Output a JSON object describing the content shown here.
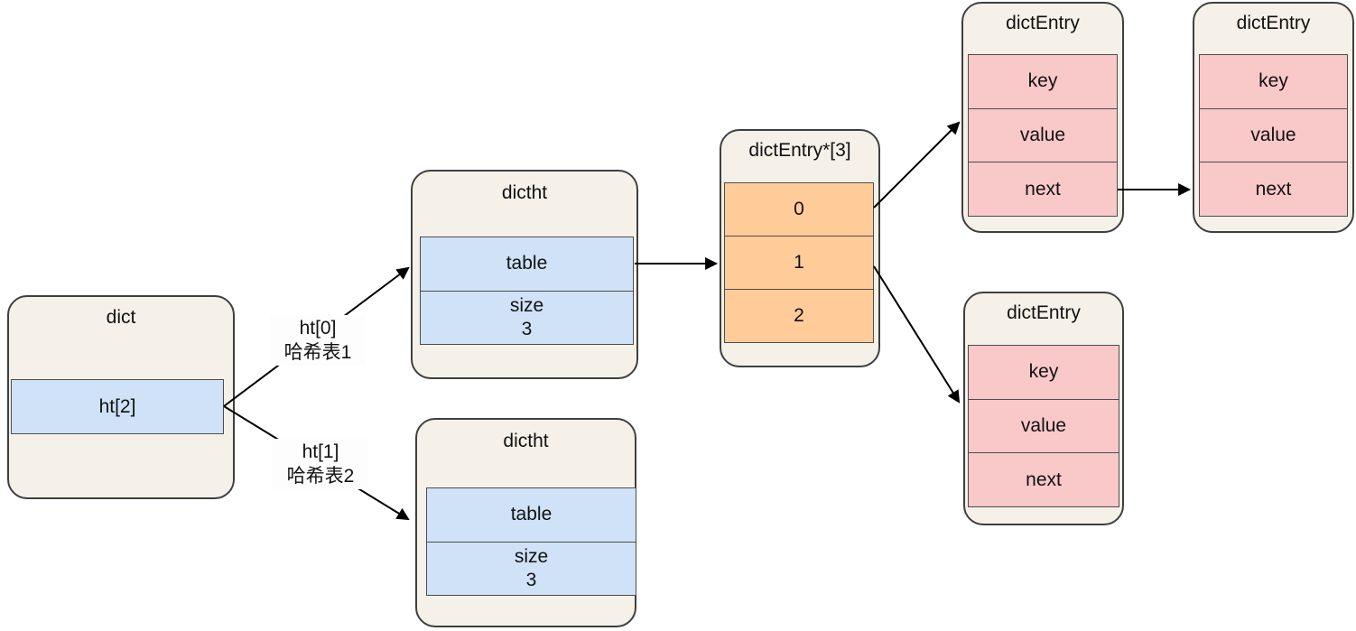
{
  "colors": {
    "node_fill": "#f5f1e9",
    "node_border": "#3f3f3f",
    "blue_fill": "#cfe2f7",
    "orange_fill": "#ffcc99",
    "pink_fill": "#f9c8c9",
    "arrow": "#000000"
  },
  "nodes": {
    "dict": {
      "title": "dict",
      "field": "ht[2]"
    },
    "dictht_top": {
      "title": "dictht",
      "table_label": "table",
      "size_label": "size",
      "size_value": "3"
    },
    "dictht_bottom": {
      "title": "dictht",
      "table_label": "table",
      "size_label": "size",
      "size_value": "3"
    },
    "bucket_array": {
      "title": "dictEntry*[3]",
      "slots": [
        "0",
        "1",
        "2"
      ]
    },
    "entry_top_1": {
      "title": "dictEntry",
      "fields": [
        "key",
        "value",
        "next"
      ]
    },
    "entry_top_2": {
      "title": "dictEntry",
      "fields": [
        "key",
        "value",
        "next"
      ]
    },
    "entry_bottom": {
      "title": "dictEntry",
      "fields": [
        "key",
        "value",
        "next"
      ]
    }
  },
  "edge_labels": {
    "ht0": {
      "line1": "ht[0]",
      "line2": "哈希表1"
    },
    "ht1": {
      "line1": "ht[1]",
      "line2": "哈希表2"
    }
  }
}
